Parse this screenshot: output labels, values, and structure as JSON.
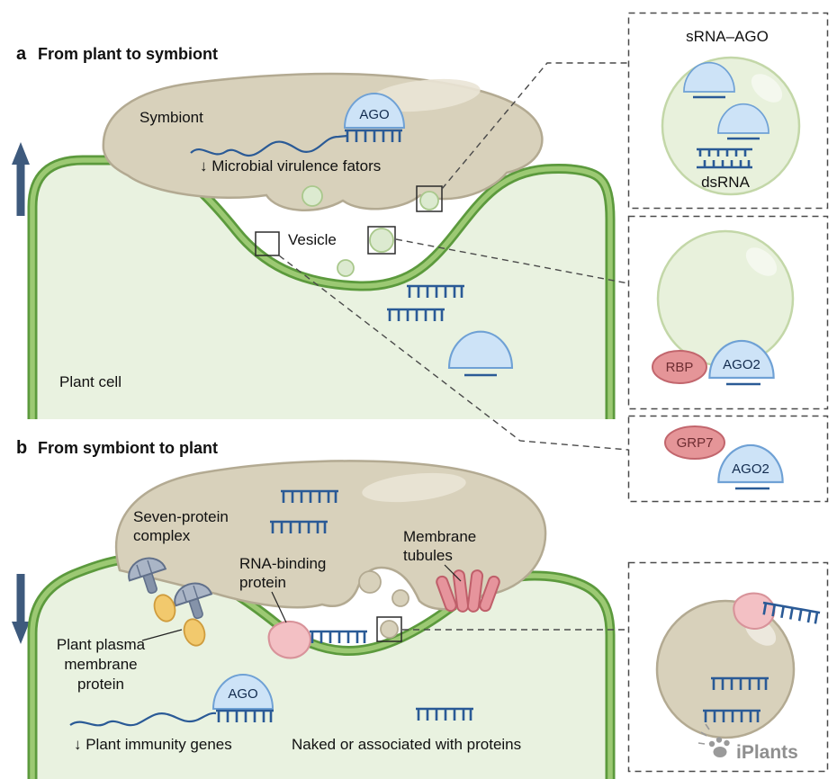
{
  "panel_a": {
    "label": "a",
    "title": "From plant to symbiont",
    "symbiont_label": "Symbiont",
    "ago_label": "AGO",
    "virulence_label": "↓ Microbial virulence fators",
    "vesicle_label": "Vesicle",
    "plant_cell_label": "Plant cell"
  },
  "inset_srna_ago": {
    "title": "sRNA–AGO",
    "dsrna_label": "dsRNA"
  },
  "inset_rbp": {
    "rbp_label": "RBP",
    "ago2_label": "AGO2"
  },
  "inset_grp7": {
    "grp7_label": "GRP7",
    "ago2_label": "AGO2"
  },
  "panel_b": {
    "label": "b",
    "title": "From symbiont to plant",
    "seven_protein_line1": "Seven-protein",
    "seven_protein_line2": "complex",
    "rna_binding_line1": "RNA-binding",
    "rna_binding_line2": "protein",
    "membrane_tubules_line1": "Membrane",
    "membrane_tubules_line2": "tubules",
    "plasma_line1": "Plant plasma",
    "plasma_line2": "membrane",
    "plasma_line3": "protein",
    "ago_label": "AGO",
    "immunity_label": "↓ Plant immunity genes",
    "naked_label": "Naked or associated with proteins"
  },
  "watermark": "iPlants",
  "colors": {
    "membrane_dark": "#5c9a3d",
    "membrane_light": "#9cc973",
    "cell_fill": "#e9f2e0",
    "symbiont_fill": "#d8d1bb",
    "ago_fill": "#cde3f7",
    "ago_stroke": "#6fa1d5",
    "rna_blue": "#2a5a96",
    "vesicle_green": "#dcead0",
    "red_protein": "#e59598",
    "pink_protein": "#f3c0c4",
    "gray_protein": "#aab5c6",
    "yellow_protein": "#f2c96d",
    "arrow": "#3e5a7d",
    "watermark_gray": "#8f8f8f"
  }
}
